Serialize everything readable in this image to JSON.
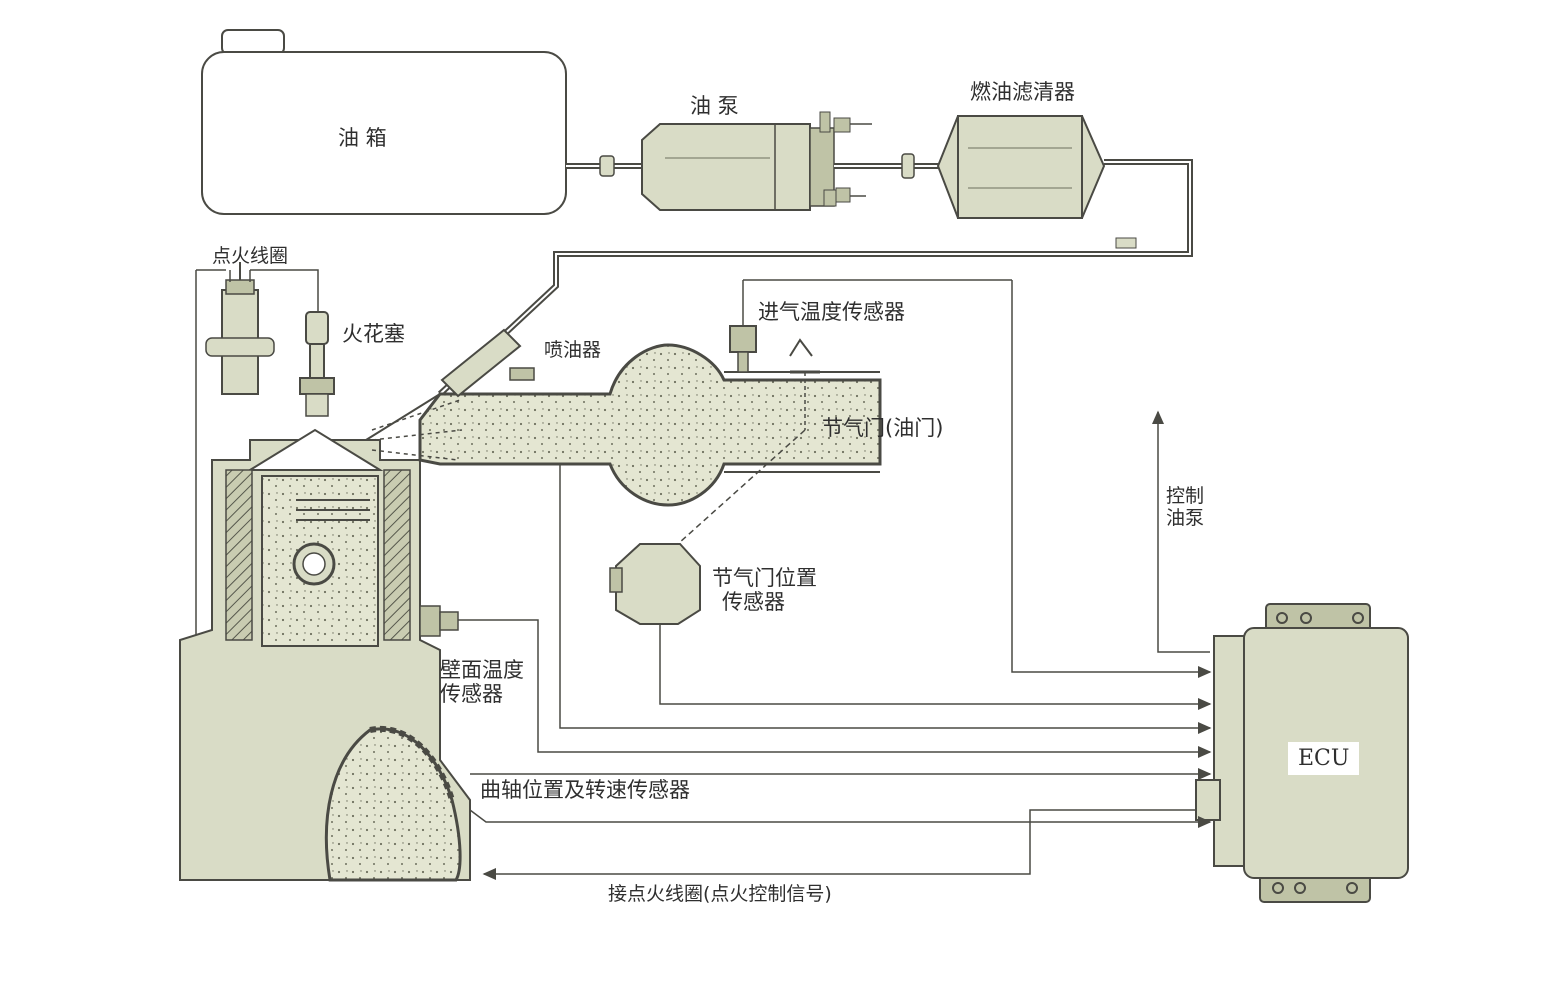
{
  "labels": {
    "fuel_tank": "油 箱",
    "fuel_pump": "油 泵",
    "fuel_filter": "燃油滤清器",
    "ignition_coil": "点火线圈",
    "spark_plug": "火花塞",
    "injector": "喷油器",
    "intake_temp_sensor": "进气温度传感器",
    "throttle": "节气门(油门)",
    "throttle_position_sensor_l1": "节气门位置",
    "throttle_position_sensor_l2": "传感器",
    "wall_temp_sensor_l1": "壁面温度",
    "wall_temp_sensor_l2": "传感器",
    "crank_sensor": "曲轴位置及转速传感器",
    "ignition_signal": "接点火线圈(点火控制信号)",
    "control_pump_l1": "控制",
    "control_pump_l2": "油泵",
    "ecu": "ECU"
  },
  "colors": {
    "fill": "#d9dcc6",
    "fill_dark": "#bfc3a6",
    "line": "#4a4a44",
    "background": "#ffffff"
  }
}
